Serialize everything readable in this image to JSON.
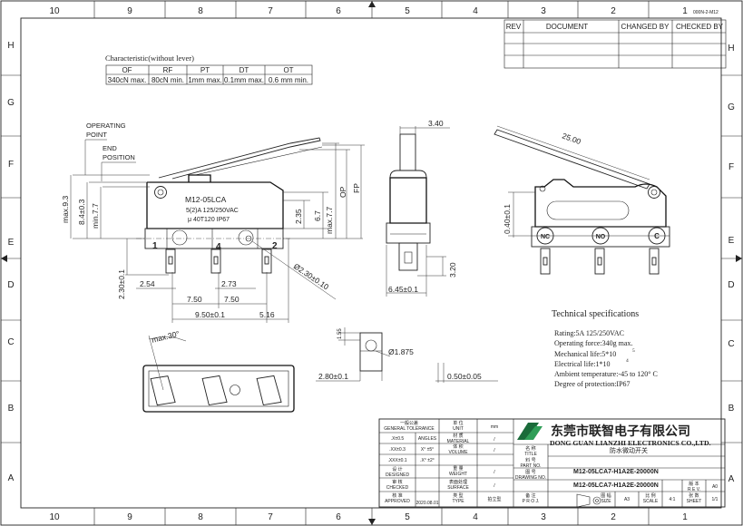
{
  "drawing_code": "000N-2-M12",
  "zones_top": [
    "10",
    "9",
    "8",
    "7",
    "6",
    "5",
    "4",
    "3",
    "2",
    "1"
  ],
  "zones_bottom": [
    "10",
    "9",
    "8",
    "7",
    "6",
    "5",
    "4",
    "3",
    "2",
    "1"
  ],
  "zones_left": [
    "H",
    "G",
    "F",
    "E",
    "D",
    "C",
    "B",
    "A"
  ],
  "zones_right": [
    "H",
    "G",
    "F",
    "E",
    "D",
    "C",
    "B",
    "A"
  ],
  "revision_table": {
    "headers": [
      "REV",
      "DOCUMENT",
      "CHANGED BY",
      "CHECKED BY"
    ]
  },
  "characteristic": {
    "title": "Characteristic(without lever)",
    "headers": [
      "OF",
      "RF",
      "PT",
      "DT",
      "OT"
    ],
    "values": [
      "340cN max.",
      "80cN min.",
      "1mm max.",
      "0.1mm max.",
      "0.6 mm min."
    ]
  },
  "front_view": {
    "operating_point": [
      "OPERATING",
      "POINT"
    ],
    "end_position": [
      "END",
      "POSITION"
    ],
    "model": "M12-05LCA",
    "rating": "5(2)A 125/250VAC",
    "marking": "μ  40T120 IP67",
    "terminal_1": "1",
    "terminal_4": "4",
    "terminal_2": "2",
    "dims": {
      "max93": "max.9.3",
      "d843": "8.4±0.3",
      "min77": "min.7.7",
      "d235": "2.35",
      "d67": "6.7",
      "max77": "max.7.7",
      "op": "OP",
      "fp": "FP",
      "d230": "2.30±0.1",
      "d254": "2.54",
      "d273": "2.73",
      "d750a": "7.50",
      "d750b": "7.50",
      "d950": "9.50±0.1",
      "d516": "5.16",
      "hole": "Ø2.30±0.10"
    }
  },
  "side_view": {
    "width": "3.40",
    "pin_depth": "6.45±0.1",
    "pin_len": "3.20"
  },
  "right_view": {
    "lever_len": "25.00",
    "height": "0.40±0.1",
    "nc": "NC",
    "no": "NO",
    "c": "C"
  },
  "bottom_view": {
    "angle": "max.30°",
    "offset": "2.80±0.1"
  },
  "pin_detail": {
    "h": "1.55",
    "dia": "Ø1.875",
    "thick": "0.50±0.05"
  },
  "technical_specs": {
    "title": "Technical specifications",
    "lines": [
      "Rating:5A 125/250VAC",
      "Operating force:340g max.",
      "Mechanical life:5*10",
      "Electrical life:1*10",
      "Ambient temperature:-45 to 120° C",
      "Degree of protection:IP67"
    ],
    "exp_mech": "5",
    "exp_elec": "4"
  },
  "title_block": {
    "company_cn": "东莞市联智电子有限公司",
    "company_en": "DONG GUAN LIANZHI ELECTRONICS CO.,LTD.",
    "product_cn": "防水微动开关",
    "part_no": "M12-05LCA7-H1A2E-20000N",
    "drawing_no": "M12-05LCA7-H1A2E-20000N",
    "tolerance_cn": "一般公差",
    "tolerance_en": "GENERAL TOLERANCE",
    "tol_rows": [
      [
        ".X±0.5",
        "ANGLES"
      ],
      [
        ".XX±0.3",
        "X° ±5°"
      ],
      [
        ".XXX±0.1",
        ".X° ±2°"
      ]
    ],
    "unit_cn": "单 位",
    "unit_en": "UNIT",
    "unit_val": "mm",
    "material_cn": "材 质",
    "material_en": "MATERIAL",
    "material_val": "/",
    "volume_cn": "体 积",
    "volume_en": "VOLUME",
    "volume_val": "/",
    "weight_cn": "重 量",
    "weight_en": "WEIGHT",
    "weight_val": "/",
    "surface_cn": "表面处理",
    "surface_en": "SURFACE",
    "surface_val": "/",
    "type_cn": "类 型",
    "type_en": "TYPE",
    "type_val": "拍立型",
    "designed_cn": "设 计",
    "designed_en": "DESIGNED",
    "checked_cn": "审 核",
    "checked_en": "CHECKED",
    "approved_cn": "核 准",
    "approved_en": "APPROVED",
    "approved_date": "2020.08.01",
    "name_cn": "名 称",
    "name_en": "TITLE",
    "partno_cn": "料 号",
    "partno_en": "PART NO.",
    "drawno_cn": "图 号",
    "drawno_en": "DRAWING NO.",
    "proj_cn": "备 注",
    "proj_en": "P R O J.",
    "size_cn": "图 幅",
    "size_en": "SIZE",
    "size_val": "A3",
    "scale_cn": "比 例",
    "scale_en": "SCALE",
    "scale_val": "4:1",
    "rev_cn": "版 本",
    "rev_en": "R E V.",
    "rev_val": "A0",
    "sheet_cn": "张 数",
    "sheet_en": "SHEET",
    "sheet_val": "1/1"
  }
}
